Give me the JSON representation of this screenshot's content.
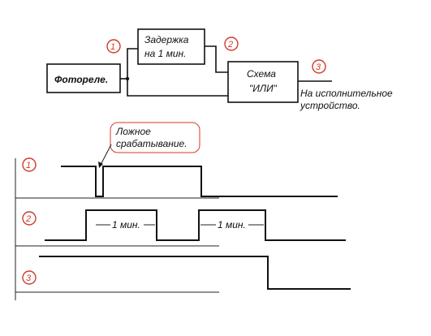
{
  "blocks": {
    "photorelay": "Фоторелe.",
    "delay_line1": "Задержка",
    "delay_line2": "на 1 мин.",
    "or_line1": "Схема",
    "or_line2": "\"ИЛИ\""
  },
  "output": {
    "line1": "На исполнительное",
    "line2": "устройство."
  },
  "markers": {
    "m1": "1",
    "m2": "2",
    "m3": "3"
  },
  "callout": {
    "line1": "Ложное",
    "line2": "срабатывание."
  },
  "timing": {
    "min1": "1 мин.",
    "min2": "1 мин."
  },
  "colors": {
    "marker": "#d23a2a",
    "ink": "#111111"
  }
}
